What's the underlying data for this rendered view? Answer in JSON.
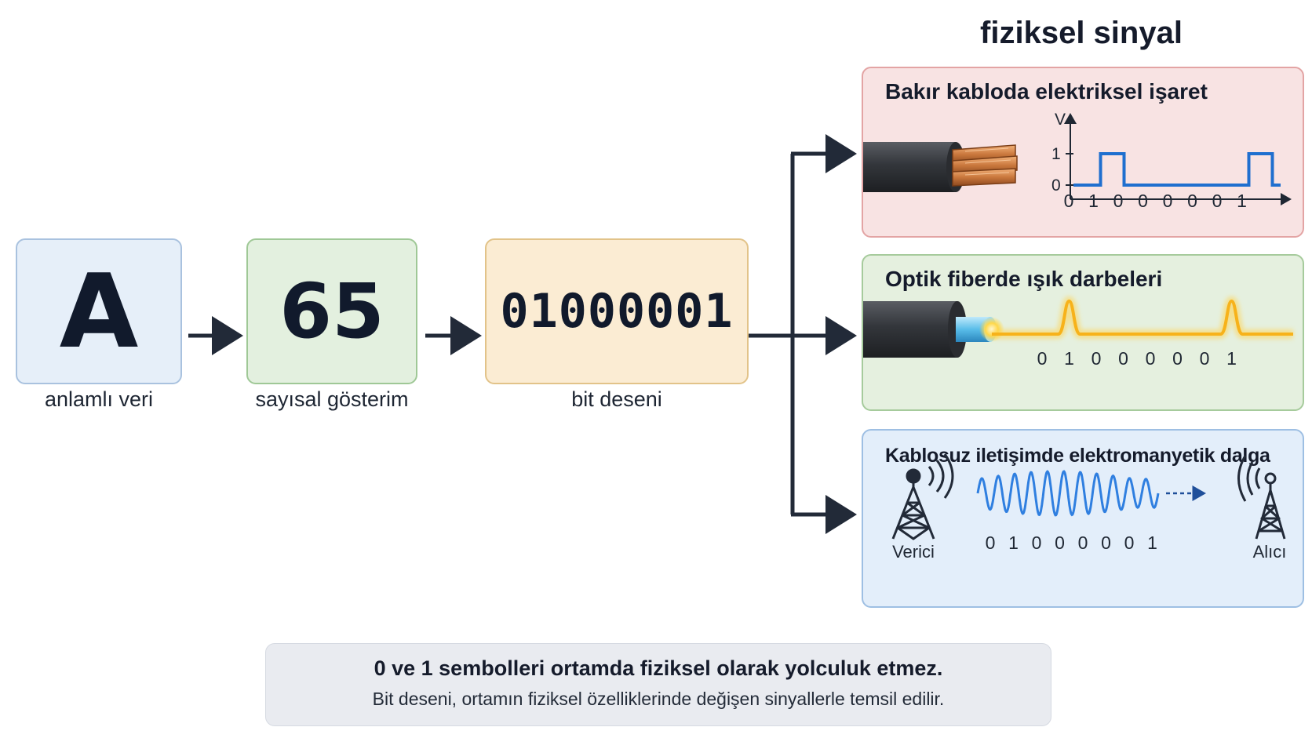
{
  "title": "fiziksel sinyal",
  "stages": [
    {
      "value": "A",
      "label": "anlamlı veri"
    },
    {
      "value": "65",
      "label": "sayısal gösterim"
    },
    {
      "value": "01000001",
      "label": "bit deseni"
    }
  ],
  "cards": {
    "copper": {
      "title": "Bakır kabloda elektriksel işaret",
      "axis_y": "V",
      "level_high": "1",
      "level_low": "0",
      "bits": [
        "0",
        "1",
        "0",
        "0",
        "0",
        "0",
        "0",
        "1"
      ]
    },
    "fiber": {
      "title": "Optik fiberde ışık darbeleri",
      "bits": [
        "0",
        "1",
        "0",
        "0",
        "0",
        "0",
        "0",
        "1"
      ]
    },
    "wireless": {
      "title": "Kablosuz iletişimde elektromanyetik dalga",
      "transmitter": "Verici",
      "receiver": "Alıcı",
      "bits": [
        "0",
        "1",
        "0",
        "0",
        "0",
        "0",
        "0",
        "1"
      ]
    }
  },
  "note": {
    "title": "0 ve 1 sembolleri ortamda fiziksel olarak yolculuk etmez.",
    "subtitle": "Bit deseni, ortamın fiziksel özelliklerinde değişen sinyallerle temsil edilir."
  },
  "colors": {
    "copper_signal": "#1f6fcf",
    "fiber_glow": "#f7b21a",
    "wave": "#2f7fe0",
    "arrow": "#222a38"
  }
}
